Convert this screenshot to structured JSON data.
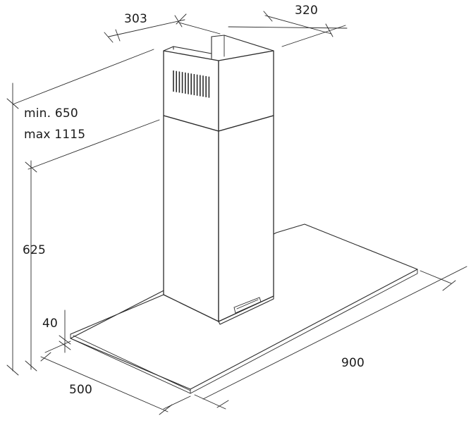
{
  "dimensions": {
    "chimney_width": "303",
    "chimney_depth": "320",
    "chimney_height_min": "min. 650",
    "chimney_height_max": "max 1115",
    "canopy_height": "625",
    "canopy_thickness": "40",
    "canopy_depth": "500",
    "canopy_width": "900"
  },
  "colors": {
    "line": "#2b2b2b",
    "background": "#ffffff"
  }
}
